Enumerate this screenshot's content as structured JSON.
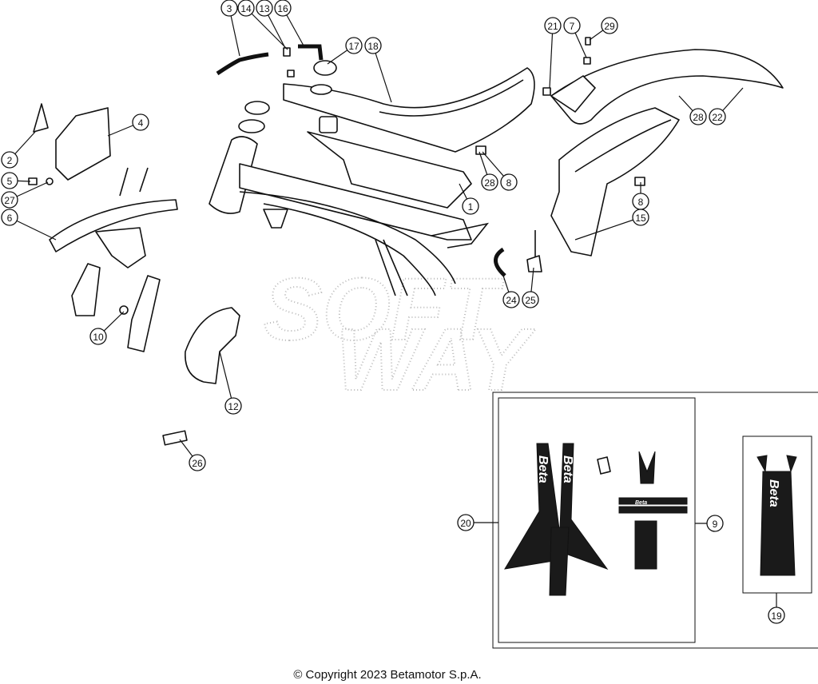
{
  "diagram": {
    "watermark": [
      "SOFT",
      "WAY"
    ],
    "callouts": [
      "3",
      "14",
      "13",
      "16",
      "17",
      "18",
      "21",
      "7",
      "29",
      "4",
      "2",
      "5",
      "27",
      "6",
      "28",
      "22",
      "28",
      "8",
      "1",
      "8",
      "15",
      "24",
      "25",
      "10",
      "12",
      "26",
      "20",
      "9",
      "19"
    ],
    "decal_text": [
      "Beta",
      "Beta",
      "Beta",
      "Beta"
    ]
  },
  "footer": {
    "copyright": "© Copyright 2023 Betamotor S.p.A."
  }
}
